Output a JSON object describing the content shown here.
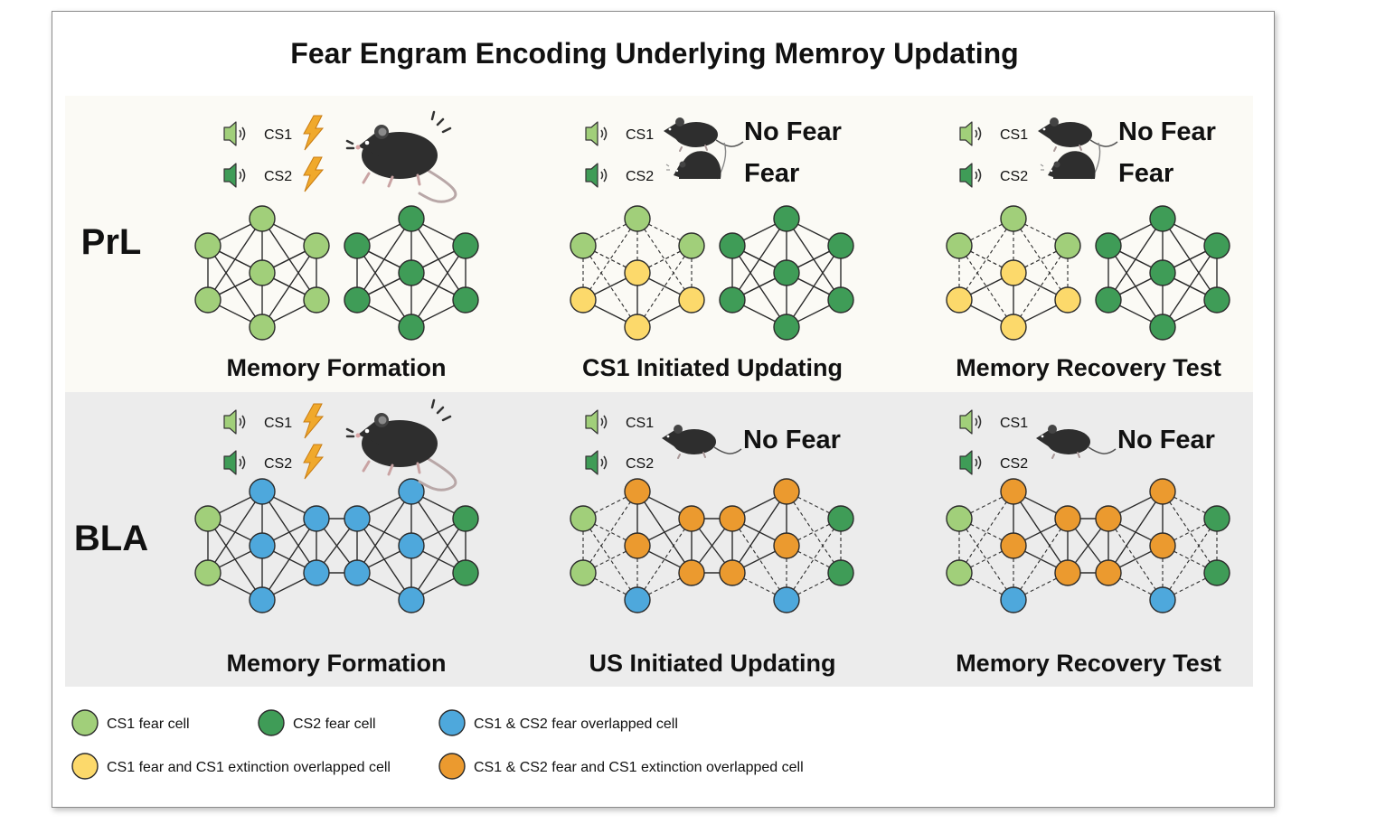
{
  "title": "Fear Engram Encoding Underlying Memroy Updating",
  "rows": [
    {
      "region": "PrL",
      "panels": [
        {
          "caption": "Memory Formation",
          "stimuli": [
            {
              "label": "CS1",
              "outcome": ""
            },
            {
              "label": "CS2",
              "outcome": ""
            }
          ]
        },
        {
          "caption": "CS1 Initiated Updating",
          "stimuli": [
            {
              "label": "CS1",
              "outcome": "No Fear"
            },
            {
              "label": "CS2",
              "outcome": "Fear"
            }
          ]
        },
        {
          "caption": "Memory Recovery Test",
          "stimuli": [
            {
              "label": "CS1",
              "outcome": "No Fear"
            },
            {
              "label": "CS2",
              "outcome": "Fear"
            }
          ]
        }
      ]
    },
    {
      "region": "BLA",
      "panels": [
        {
          "caption": "Memory Formation",
          "stimuli": [
            {
              "label": "CS1",
              "outcome": ""
            },
            {
              "label": "CS2",
              "outcome": ""
            }
          ]
        },
        {
          "caption": "US Initiated Updating",
          "stimuli": [
            {
              "label": "CS1",
              "outcome": ""
            },
            {
              "label": "CS2",
              "outcome": ""
            }
          ],
          "outcome": "No Fear"
        },
        {
          "caption": "Memory Recovery Test",
          "stimuli": [
            {
              "label": "CS1",
              "outcome": ""
            },
            {
              "label": "CS2",
              "outcome": ""
            }
          ],
          "outcome": "No Fear"
        }
      ]
    }
  ],
  "legend": [
    {
      "label": "CS1 fear cell",
      "color": "#a1cf7a"
    },
    {
      "label": "CS2 fear cell",
      "color": "#3f9c57"
    },
    {
      "label": "CS1 & CS2  fear overlapped cell",
      "color": "#4ea8dc"
    },
    {
      "label": "CS1 fear and CS1 extinction overlapped cell",
      "color": "#fcd96b"
    },
    {
      "label": "CS1 & CS2 fear and CS1 extinction overlapped cell",
      "color": "#eb9a2f"
    }
  ],
  "colors": {
    "cs1_fear": "#a1cf7a",
    "cs2_fear": "#3f9c57",
    "overlap_fear": "#4ea8dc",
    "cs1_ext_overlap": "#fcd96b",
    "overlap_ext": "#eb9a2f",
    "prl_background": "#fbfaf5",
    "bla_background": "#ececec",
    "shock": "#f0a92c",
    "mouse": "#2e2e2e"
  },
  "icons": [
    "speaker-icon",
    "lightning-icon",
    "mouse-icon"
  ]
}
